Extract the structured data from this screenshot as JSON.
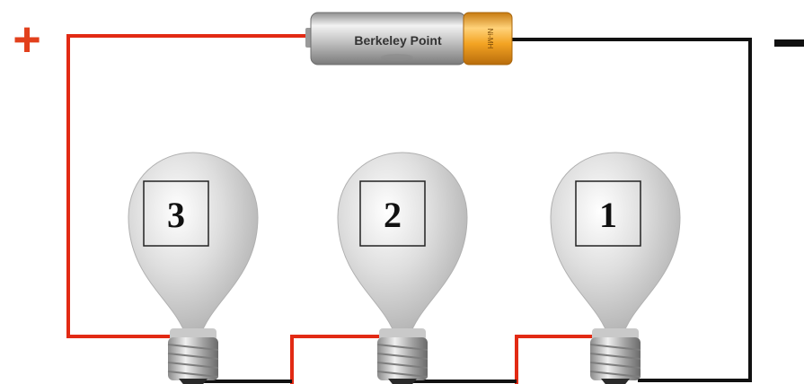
{
  "terminals": {
    "positive": "+",
    "negative": "−"
  },
  "battery": {
    "brand": "Berkeley Point",
    "chemistry": "Ni-MH"
  },
  "bulbs": [
    {
      "label": "3"
    },
    {
      "label": "2"
    },
    {
      "label": "1"
    }
  ],
  "colors": {
    "positive_wire": "#e22a14",
    "negative_wire": "#111111",
    "battery_cap": "#f3a323",
    "battery_body": "#c9c9c9"
  }
}
